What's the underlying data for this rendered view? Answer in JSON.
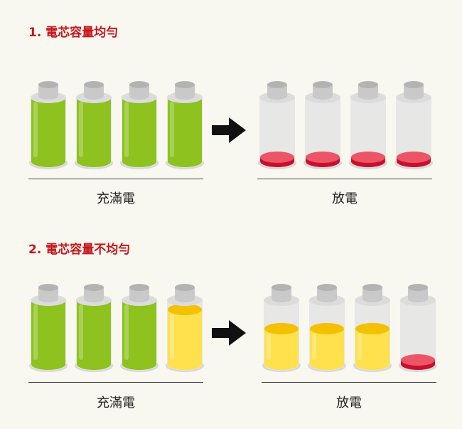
{
  "sections": [
    {
      "title": "1. 電芯容量均勻",
      "charged_label": "充滿電",
      "discharged_label": "放電",
      "charged_cells": [
        {
          "fill": 1.0,
          "color": "green"
        },
        {
          "fill": 1.0,
          "color": "green"
        },
        {
          "fill": 1.0,
          "color": "green"
        },
        {
          "fill": 1.0,
          "color": "green"
        }
      ],
      "discharged_cells": [
        {
          "fill": 0.05,
          "color": "red"
        },
        {
          "fill": 0.05,
          "color": "red"
        },
        {
          "fill": 0.05,
          "color": "red"
        },
        {
          "fill": 0.05,
          "color": "red"
        }
      ]
    },
    {
      "title": "2. 電芯容量不均勻",
      "charged_label": "充滿電",
      "discharged_label": "放電",
      "charged_cells": [
        {
          "fill": 1.0,
          "color": "green"
        },
        {
          "fill": 1.0,
          "color": "green"
        },
        {
          "fill": 1.0,
          "color": "green"
        },
        {
          "fill": 0.85,
          "color": "yellow"
        }
      ],
      "discharged_cells": [
        {
          "fill": 0.55,
          "color": "yellow"
        },
        {
          "fill": 0.55,
          "color": "yellow"
        },
        {
          "fill": 0.55,
          "color": "yellow"
        },
        {
          "fill": 0.05,
          "color": "red"
        }
      ]
    }
  ],
  "colors": {
    "title": "#c4161c",
    "green_body": "#8dc21f",
    "green_top": "#a9d63a",
    "yellow_body": "#ffe04d",
    "yellow_top": "#f2c200",
    "red_body": "#c8102e",
    "red_top": "#ec5566",
    "shell": "#e4e4e4",
    "cap": "#c9c9c9"
  }
}
